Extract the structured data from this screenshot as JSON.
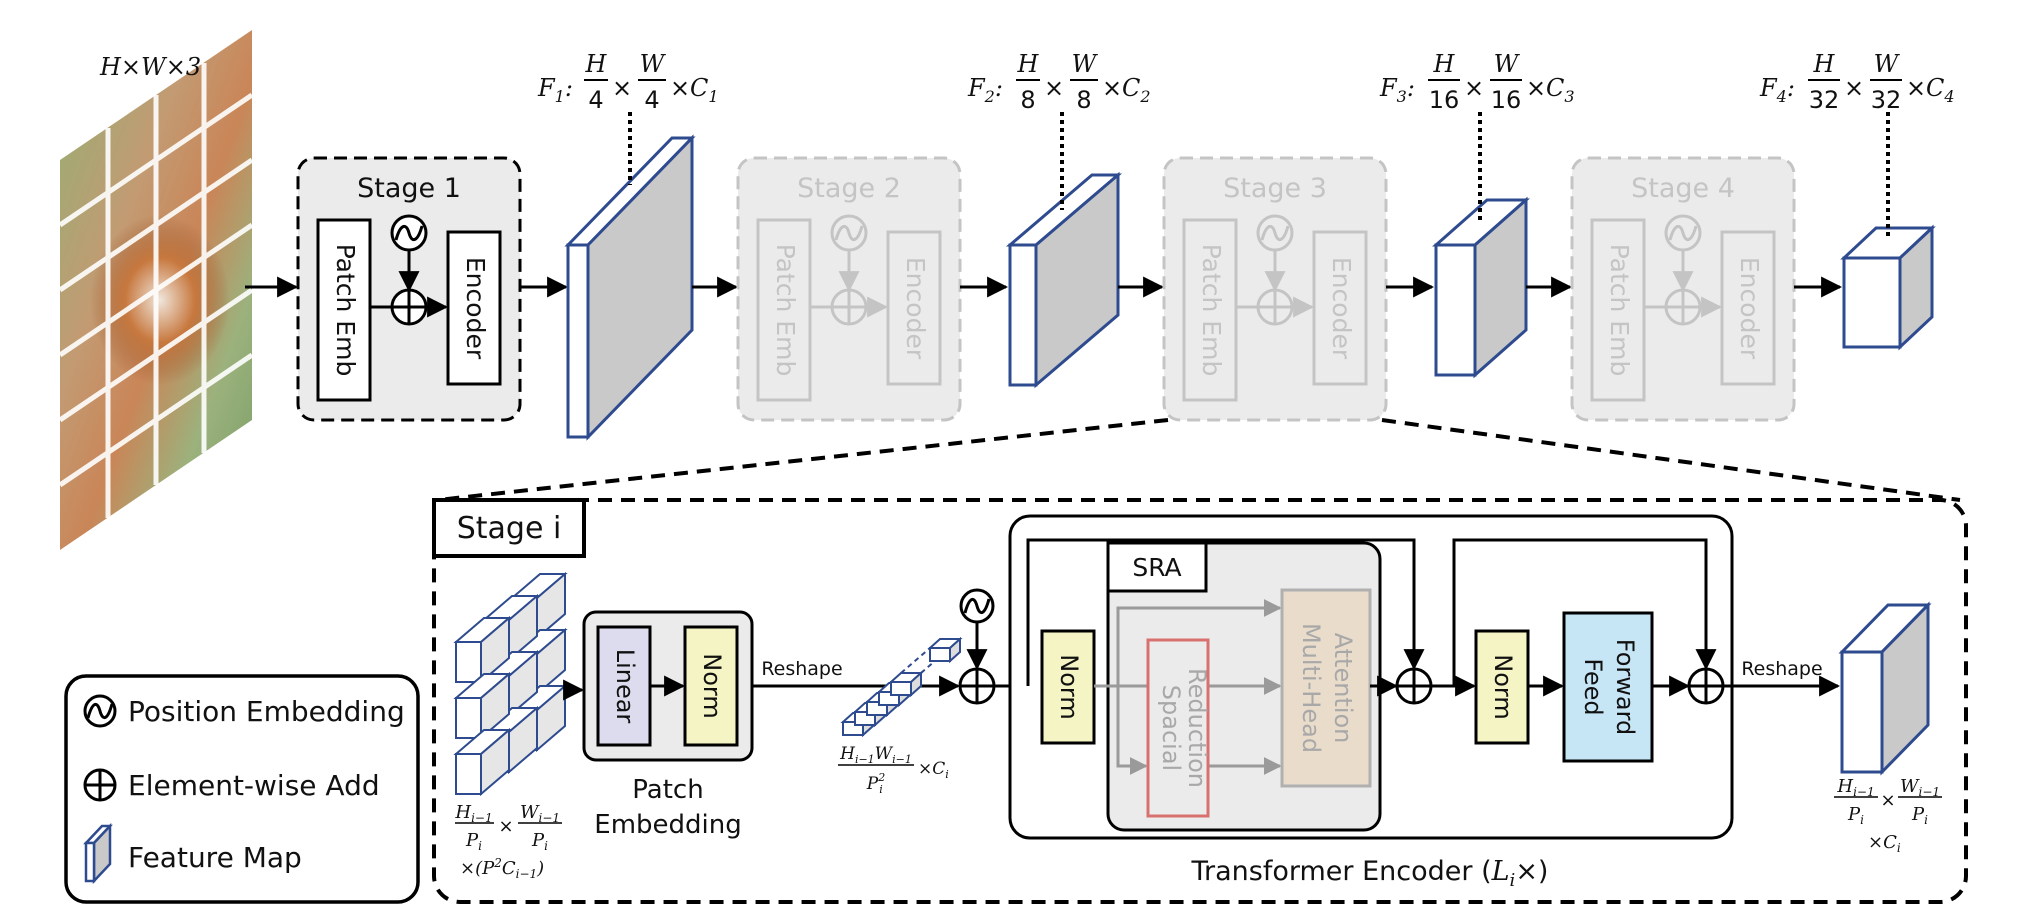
{
  "input": {
    "dims": "H×W×3"
  },
  "stages": [
    {
      "label": "Stage 1",
      "patch_emb": "Patch Emb",
      "encoder": "Encoder",
      "active": true
    },
    {
      "label": "Stage 2",
      "patch_emb": "Patch Emb",
      "encoder": "Encoder",
      "active": false
    },
    {
      "label": "Stage 3",
      "patch_emb": "Patch Emb",
      "encoder": "Encoder",
      "active": false
    },
    {
      "label": "Stage 4",
      "patch_emb": "Patch Emb",
      "encoder": "Encoder",
      "active": false
    }
  ],
  "feature_maps": [
    {
      "name": "F",
      "index": "1",
      "h_den": "4",
      "w_den": "4",
      "channels": "C",
      "c_index": "1"
    },
    {
      "name": "F",
      "index": "2",
      "h_den": "8",
      "w_den": "8",
      "channels": "C",
      "c_index": "2"
    },
    {
      "name": "F",
      "index": "3",
      "h_den": "16",
      "w_den": "16",
      "channels": "C",
      "c_index": "3"
    },
    {
      "name": "F",
      "index": "4",
      "h_den": "32",
      "w_den": "32",
      "channels": "C",
      "c_index": "4"
    }
  ],
  "frac_num": {
    "h": "H",
    "w": "W"
  },
  "detail": {
    "title": "Stage i",
    "patch_embedding": {
      "linear": "Linear",
      "norm": "Norm",
      "caption_line1": "Patch",
      "caption_line2": "Embedding"
    },
    "reshape_1": "Reshape",
    "reshape_2": "Reshape",
    "sra_label": "SRA",
    "spacial_reduction": [
      "Spacial",
      "Reduction"
    ],
    "multi_head": [
      "Multi-Head",
      "Attention"
    ],
    "norm_1": "Norm",
    "norm_2": "Norm",
    "feed_forward": [
      "Feed",
      "Forward"
    ],
    "encoder_caption": "Transformer Encoder (",
    "encoder_caption_var": "L",
    "encoder_caption_sub": "i",
    "encoder_caption_end": "×)",
    "input_dims": {
      "h": "H",
      "h_sub": "i−1",
      "p": "P",
      "p_sub": "i",
      "w": "W",
      "w_sub": "i−1",
      "times": "×",
      "ch_line": "×(P",
      "ch_sup": "2",
      "ch_c": "C",
      "ch_c_sub": "i−1"
    },
    "token_dims": {
      "num": "H",
      "num_sub": "i−1",
      "num2": "W",
      "num2_sub": "i−1",
      "den": "P",
      "den_sub": "i",
      "den_sup": "2",
      "ch": "×C",
      "ch_sub": "i"
    },
    "output_dims": {
      "h": "H",
      "h_sub": "i−1",
      "p": "P",
      "p_sub": "i",
      "w": "W",
      "w_sub": "i−1",
      "ch": "×C",
      "ch_sub": "i"
    }
  },
  "legend": [
    {
      "icon": "position-embedding-icon",
      "label": "Position Embedding"
    },
    {
      "icon": "element-wise-add-icon",
      "label": "Element-wise Add"
    },
    {
      "icon": "feature-map-icon",
      "label": "Feature Map"
    }
  ],
  "colors": {
    "feature_map_edge": "#2f4b8f",
    "feature_map_side": "#c9c9c9",
    "stage_bg": "#ebebeb",
    "linear_fill": "#dcdcee",
    "norm_fill": "#f4f4c4",
    "feed_forward_fill": "#c6e6f6",
    "sr_edge": "#d97070",
    "mha_fill": "#e9dccb",
    "muted": "#c4c4c4"
  }
}
